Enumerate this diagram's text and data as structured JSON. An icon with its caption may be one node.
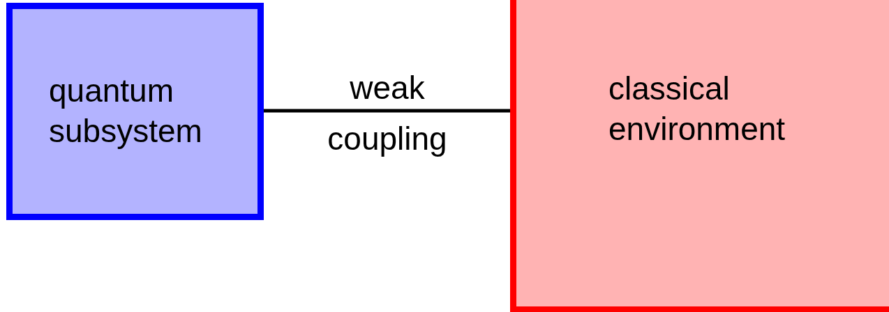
{
  "diagram": {
    "nodes": [
      {
        "text": [
          "quantum subsystem"
        ]
      },
      {
        "text": [
          "classical environment"
        ]
      }
    ],
    "edges": [
      {
        "from": 0,
        "to": 1,
        "arrow": "none",
        "label": "weak coupling"
      }
    ]
  }
}
